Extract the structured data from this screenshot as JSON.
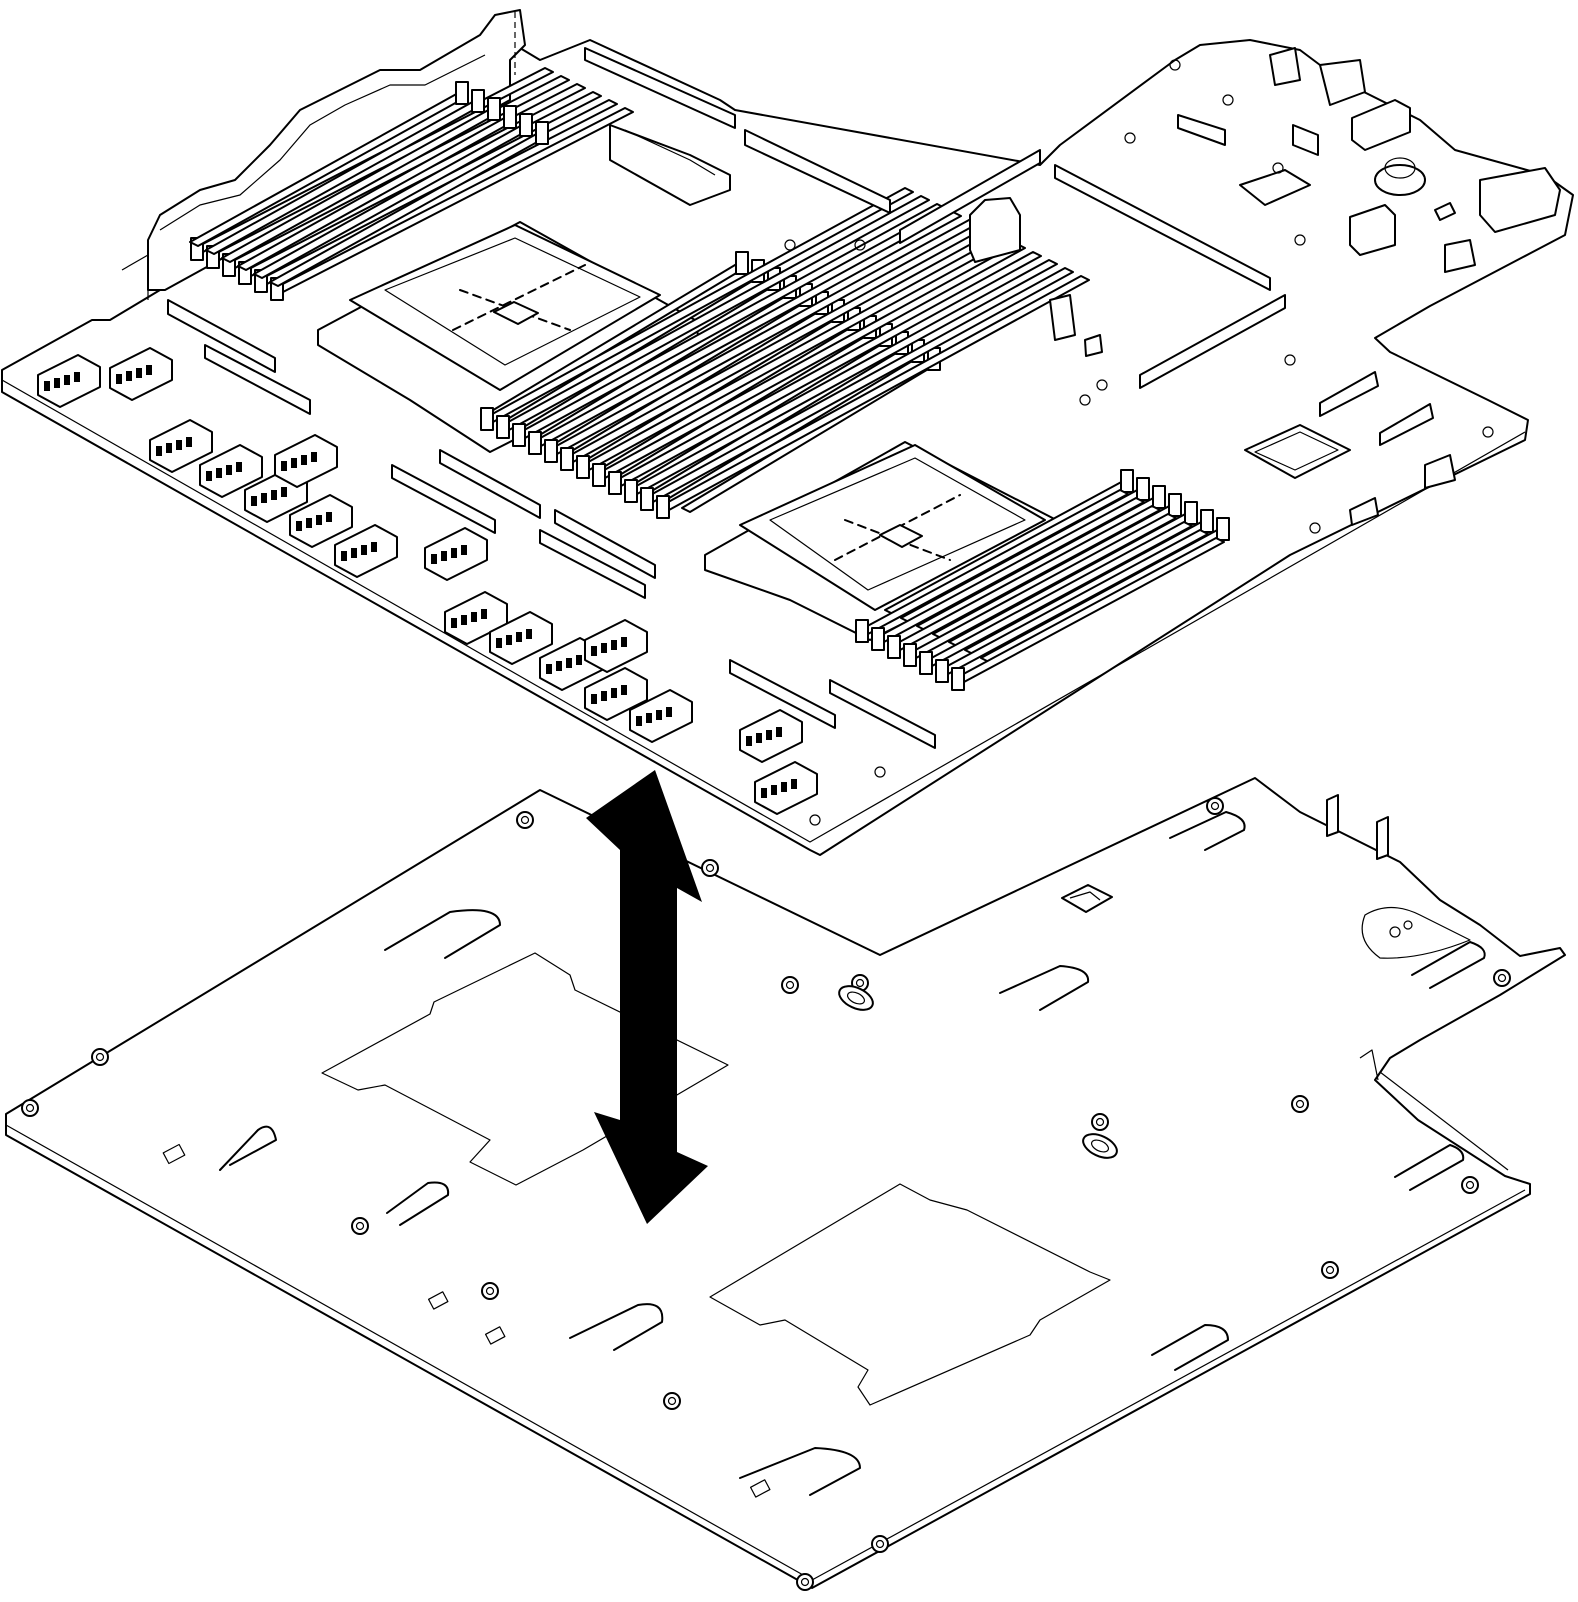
{
  "figure": {
    "type": "exploded-assembly-illustration",
    "parts": [
      "system-board",
      "system-board-tray"
    ],
    "arrow": "double-headed-vertical",
    "colors": {
      "line": "#000000",
      "background": "#ffffff"
    }
  }
}
